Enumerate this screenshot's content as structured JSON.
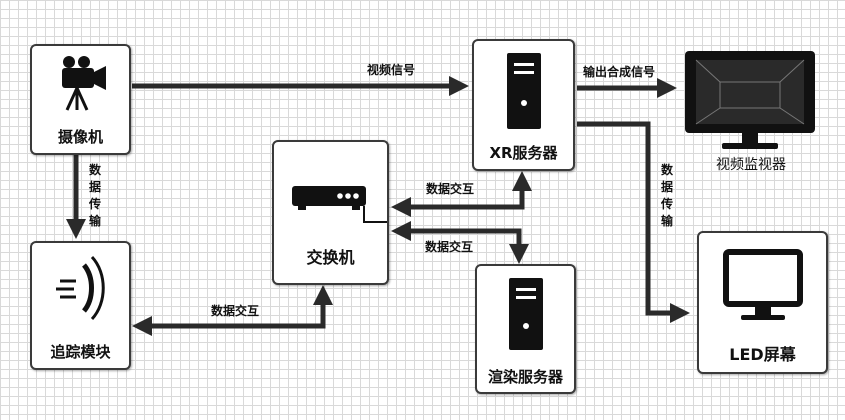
{
  "nodes": {
    "camera": "摄像机",
    "tracking": "追踪模块",
    "switch": "交换机",
    "xr_server": "XR服务器",
    "render_server": "渲染服务器",
    "monitor": "视频监视器",
    "led_screen": "LED屏幕"
  },
  "edges": {
    "video_signal": "视频信号",
    "output_composite": "输出合成信号",
    "data_transfer_left": "数据传输",
    "data_transfer_right": "数据传输",
    "data_exchange_1": "数据交互",
    "data_exchange_2": "数据交互",
    "data_exchange_3": "数据交互"
  },
  "colors": {
    "arrow": "#2a2a2a",
    "border": "#3a3a3a",
    "grid": "#d9d9d9"
  }
}
